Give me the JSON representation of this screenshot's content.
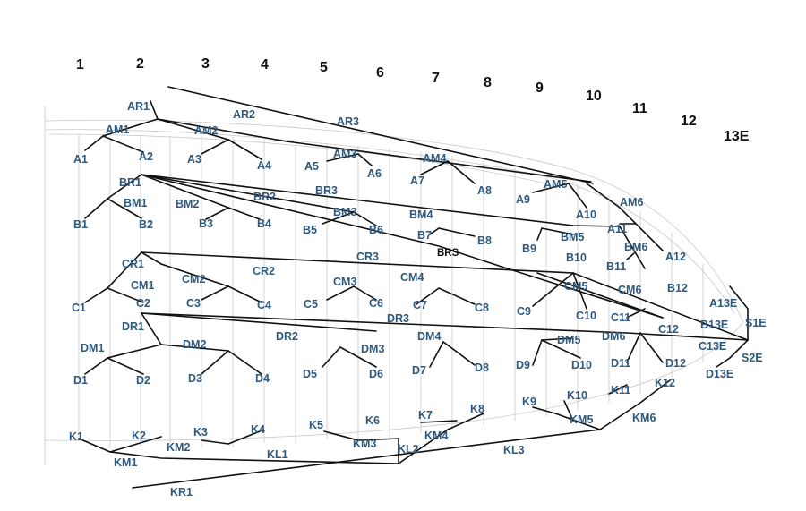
{
  "segments": [
    "1",
    "2",
    "3",
    "4",
    "5",
    "6",
    "7",
    "8",
    "9",
    "10",
    "11",
    "12",
    "13E"
  ],
  "labels": {
    "AR1": "AR1",
    "AR2": "AR2",
    "AR3": "AR3",
    "AM1": "AM1",
    "AM2": "AM2",
    "AM3": "AM3",
    "AM4": "AM4",
    "AM5": "AM5",
    "AM6": "AM6",
    "A1": "A1",
    "A2": "A2",
    "A3": "A3",
    "A4": "A4",
    "A5": "A5",
    "A6": "A6",
    "A7": "A7",
    "A8": "A8",
    "A9": "A9",
    "A10": "A10",
    "A11": "A11",
    "A12": "A12",
    "A13E": "A13E",
    "BR1": "BR1",
    "BR2": "BR2",
    "BR3": "BR3",
    "BRS": "BRS",
    "BM1": "BM1",
    "BM2": "BM2",
    "BM3": "BM3",
    "BM4": "BM4",
    "BM5": "BM5",
    "BM6": "BM6",
    "B1": "B1",
    "B2": "B2",
    "B3": "B3",
    "B4": "B4",
    "B5": "B5",
    "B6": "B6",
    "B7": "B7",
    "B8": "B8",
    "B9": "B9",
    "B10": "B10",
    "B11": "B11",
    "B12": "B12",
    "B13E": "B13E",
    "CR1": "CR1",
    "CR2": "CR2",
    "CR3": "CR3",
    "CM1": "CM1",
    "CM2": "CM2",
    "CM3": "CM3",
    "CM4": "CM4",
    "CM5": "CM5",
    "CM6": "CM6",
    "C1": "C1",
    "C2": "C2",
    "C3": "C3",
    "C4": "C4",
    "C5": "C5",
    "C6": "C6",
    "C7": "C7",
    "C8": "C8",
    "C9": "C9",
    "C10": "C10",
    "C11": "C11",
    "C12": "C12",
    "C13E": "C13E",
    "DR1": "DR1",
    "DR2": "DR2",
    "DR3": "DR3",
    "DM1": "DM1",
    "DM2": "DM2",
    "DM3": "DM3",
    "DM4": "DM4",
    "DM5": "DM5",
    "DM6": "DM6",
    "D1": "D1",
    "D2": "D2",
    "D3": "D3",
    "D4": "D4",
    "D5": "D5",
    "D6": "D6",
    "D7": "D7",
    "D8": "D8",
    "D9": "D9",
    "D10": "D10",
    "D11": "D11",
    "D12": "D12",
    "D13E": "D13E",
    "S1E": "S1E",
    "S2E": "S2E",
    "K1": "K1",
    "K2": "K2",
    "K3": "K3",
    "K4": "K4",
    "K5": "K5",
    "K6": "K6",
    "K7": "K7",
    "K8": "K8",
    "K9": "K9",
    "K10": "K10",
    "K11": "K11",
    "K12": "K12",
    "KM1": "KM1",
    "KM2": "KM2",
    "KM3": "KM3",
    "KM4": "KM4",
    "KM5": "KM5",
    "KM6": "KM6",
    "KL1": "KL1",
    "KL2": "KL2",
    "KL3": "KL3",
    "KR1": "KR1"
  }
}
